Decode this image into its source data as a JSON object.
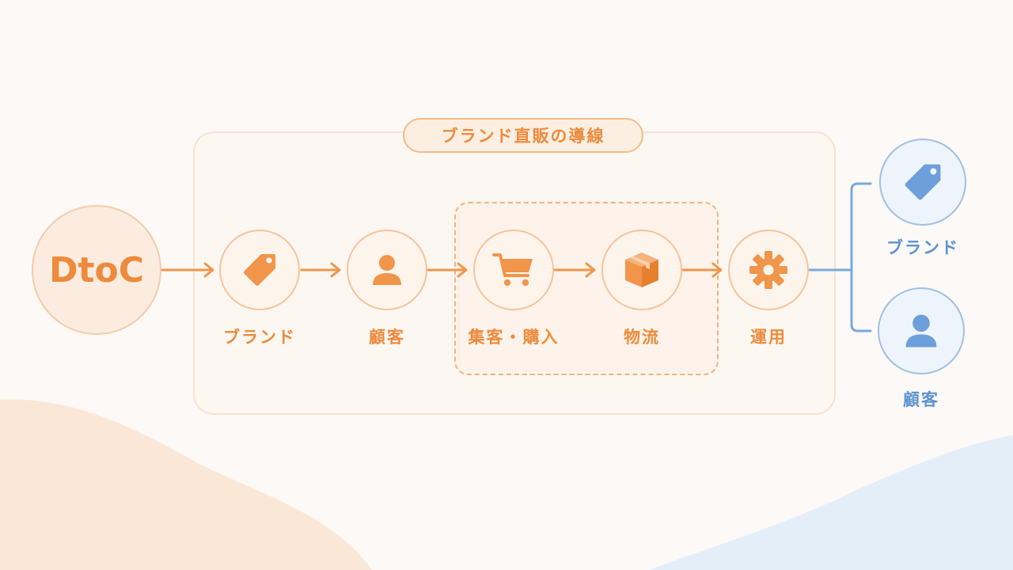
{
  "diagram": {
    "start": {
      "label": "DtoC"
    },
    "group_title": "ブランド直販の導線",
    "steps": [
      {
        "label": "ブランド",
        "icon": "tag-icon"
      },
      {
        "label": "顧客",
        "icon": "person-icon"
      },
      {
        "label": "集客・購入",
        "icon": "cart-icon"
      },
      {
        "label": "物流",
        "icon": "box-icon"
      },
      {
        "label": "運用",
        "icon": "gear-icon"
      }
    ],
    "outputs": [
      {
        "label": "ブランド",
        "icon": "tag-icon"
      },
      {
        "label": "顧客",
        "icon": "person-icon"
      }
    ]
  },
  "colors": {
    "accent": "#ee8a3c",
    "accent_light": "#f6c49a",
    "blue": "#5d93d0",
    "blue_light": "#9fc0e6",
    "background": "#fcf9f6"
  }
}
